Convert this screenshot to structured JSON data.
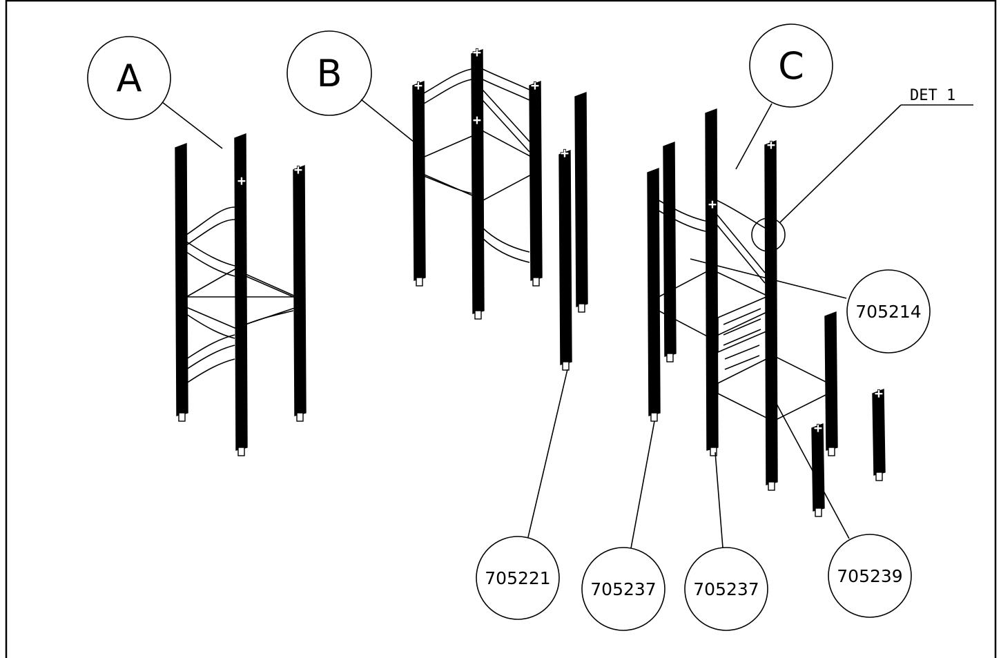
{
  "assemblies": [
    {
      "id": "A",
      "label": "A"
    },
    {
      "id": "B",
      "label": "B"
    },
    {
      "id": "C",
      "label": "C"
    }
  ],
  "detail_label": "DET 1",
  "part_callouts": [
    {
      "id": "p705214",
      "label": "705214"
    },
    {
      "id": "p705221",
      "label": "705221"
    },
    {
      "id": "p705237a",
      "label": "705237"
    },
    {
      "id": "p705237b",
      "label": "705237"
    },
    {
      "id": "p705239",
      "label": "705239"
    }
  ],
  "colors": {
    "line": "#000000",
    "background": "#ffffff"
  }
}
